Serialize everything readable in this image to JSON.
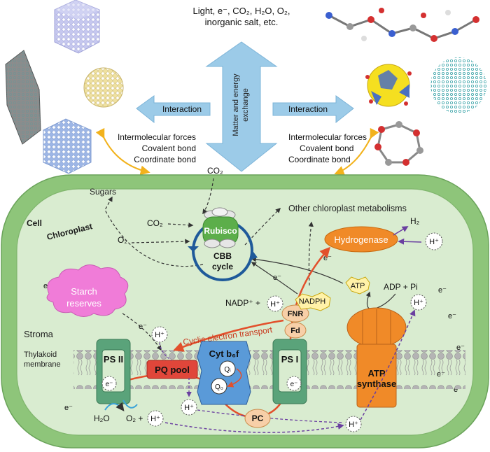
{
  "top": {
    "exchange_top_line": "Light, e⁻, CO₂, H₂O, O₂,",
    "exchange_bottom_line": "inorganic salt, etc.",
    "arrow_vertical_label_1": "Matter and energy",
    "arrow_vertical_label_2": "exchange",
    "interaction_left": "Interaction",
    "interaction_right": "Interaction",
    "forces_left": [
      "Intermolecular forces",
      "Covalent bond",
      "Coordinate bond"
    ],
    "forces_right": [
      "Intermolecular forces",
      "Covalent bond",
      "Coordinate bond"
    ],
    "co2_entry": "CO₂"
  },
  "cell": {
    "cell_label": "Cell",
    "chloroplast_label": "Chloroplast",
    "sugars": "Sugars",
    "co2": "CO₂",
    "o2": "O₂",
    "rubisco": "Rubisco",
    "cbb_1": "CBB",
    "cbb_2": "cycle",
    "other_metabolisms": "Other chloroplast metabolisms",
    "hydrogenase": "Hydrogenase",
    "h2": "H₂",
    "h_plus": "H⁺",
    "e_minus": "e⁻",
    "starch_1": "Starch",
    "starch_2": "reserves",
    "stroma": "Stroma",
    "thylakoid_1": "Thylakoid",
    "thylakoid_2": "membrane",
    "nadp": "NADP⁺ +",
    "nadph": "NADPH",
    "atp": "ATP",
    "adp": "ADP + Pi",
    "fnr": "FNR",
    "fd": "Fd",
    "cyclic": "Cyclic electron transport",
    "psii": "PS II",
    "pq_pool": "PQ pool",
    "cyt": "Cyt b₆f",
    "qi": "Qᵢ",
    "qo": "Q₀",
    "psi": "PS I",
    "atp_synthase_1": "ATP",
    "atp_synthase_2": "synthase",
    "h2o": "H₂O",
    "o2_plus": "O₂ +",
    "pc": "PC"
  },
  "colors": {
    "cell_outer": "#8ec57a",
    "cell_inner": "#d9ecd0",
    "arrow_blue": "#9ccbe8",
    "rubisco_green": "#5cae4a",
    "hydrogenase_orange": "#f08a28",
    "starch_pink": "#f07cd8",
    "pq_red": "#e0463a",
    "cyt_blue": "#5a9ad8",
    "atp_orange": "#f08a28",
    "electron_red": "#e2502c",
    "proton_purple": "#6a3fa0"
  }
}
